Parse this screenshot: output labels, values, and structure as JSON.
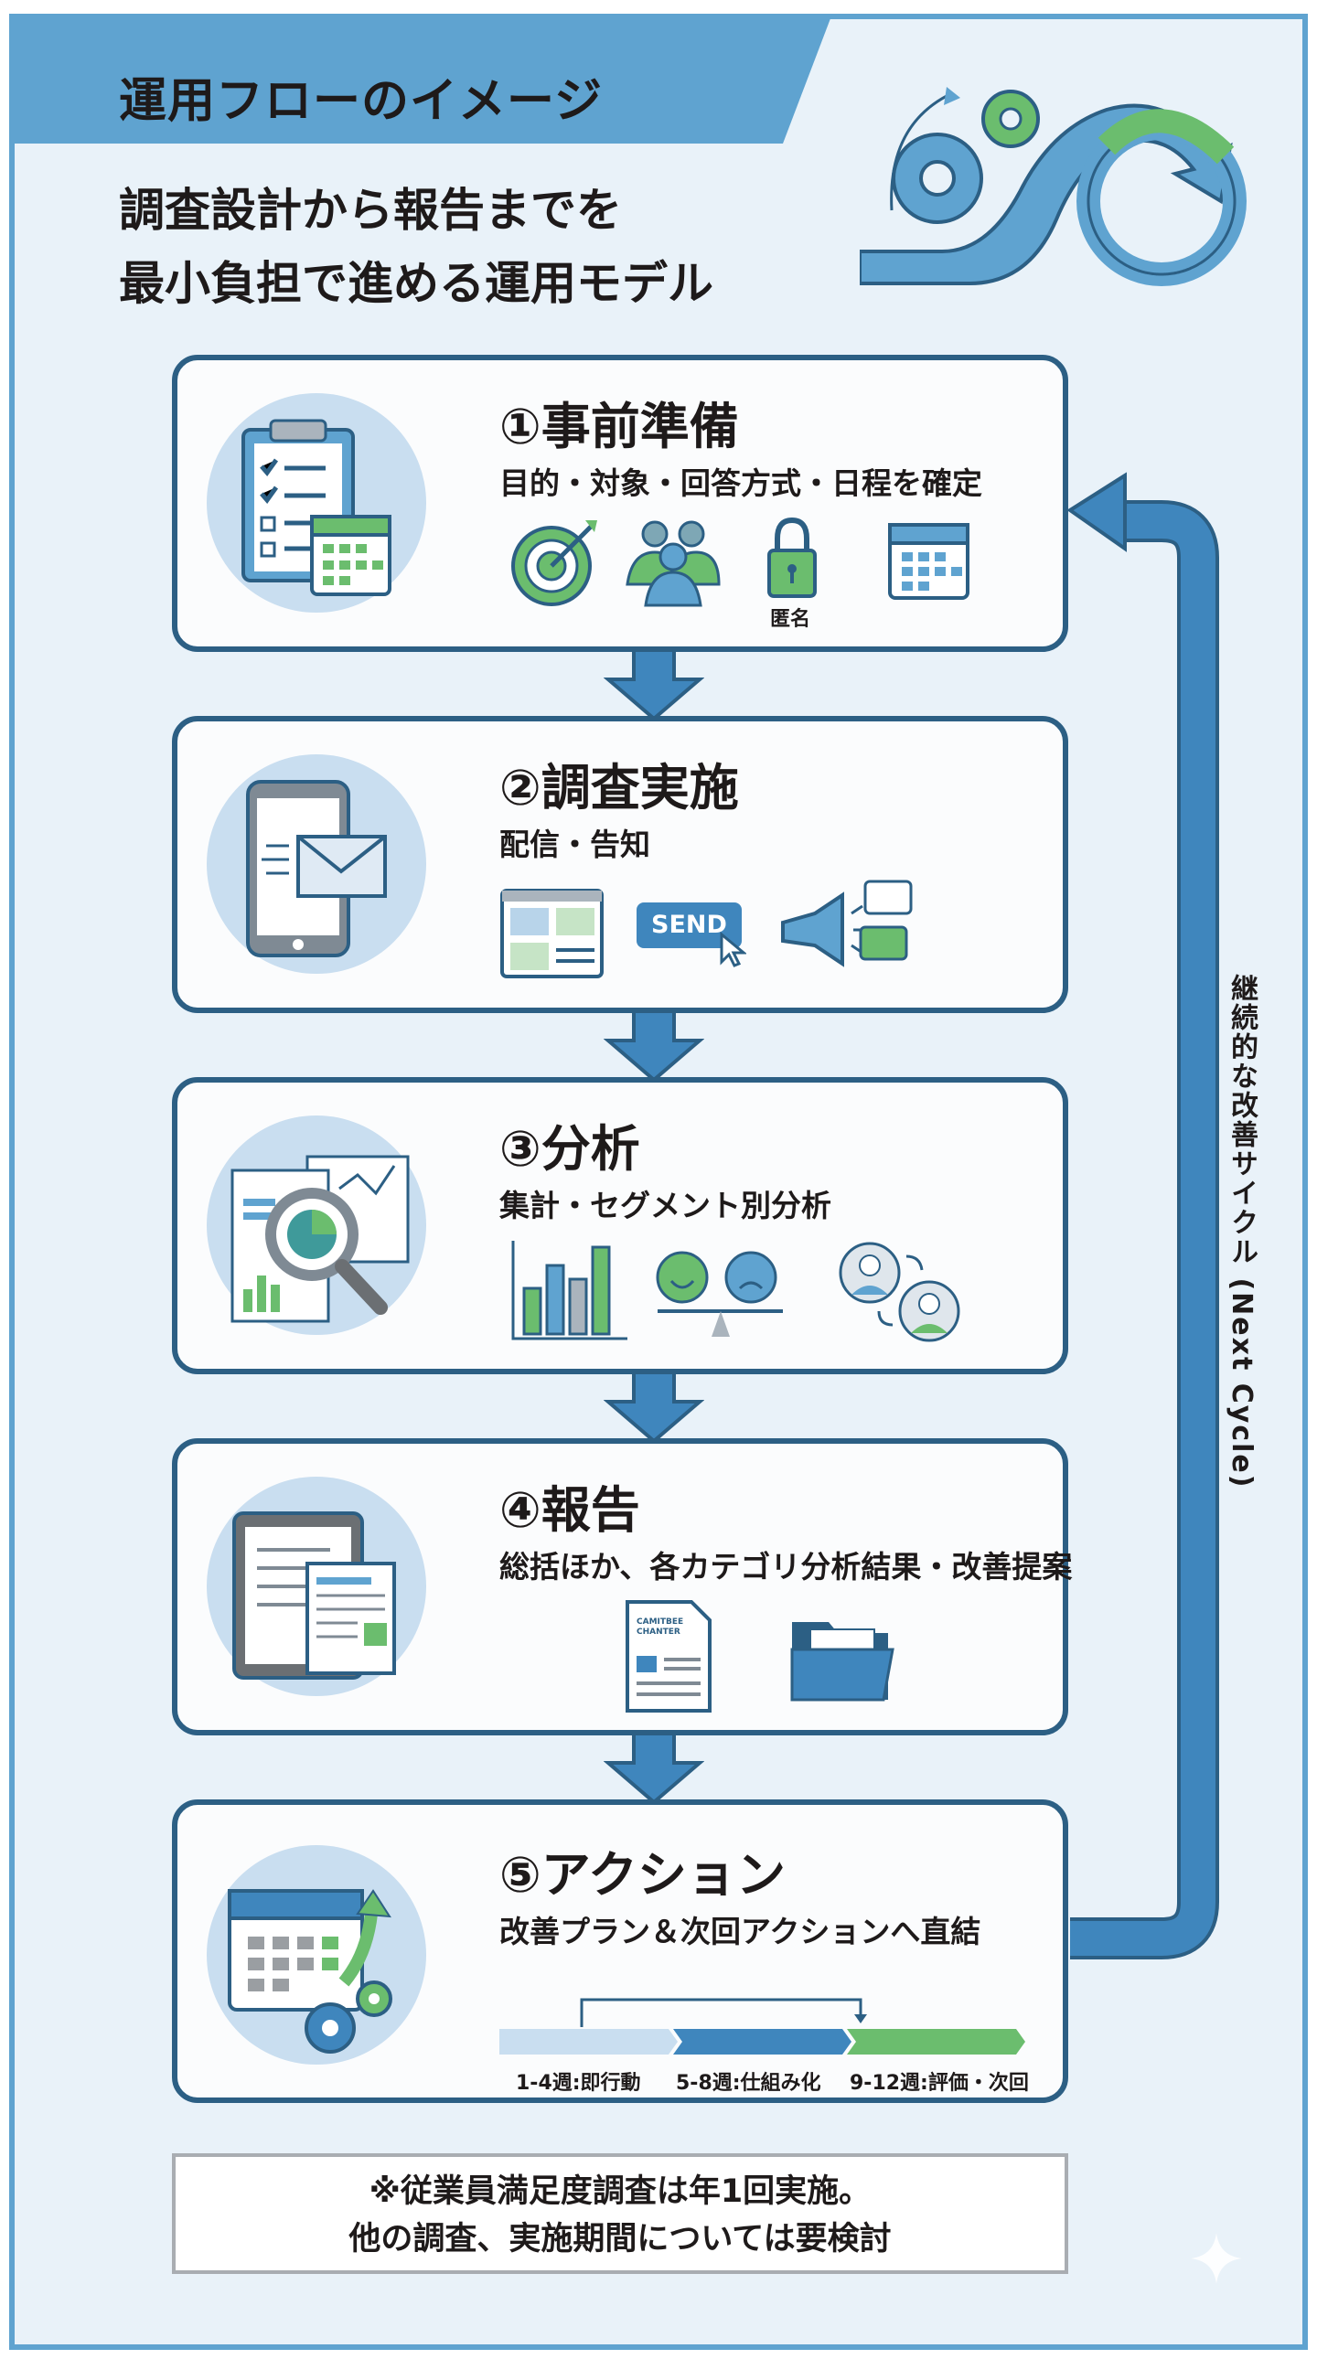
{
  "header": {
    "title": "運用フローのイメージ",
    "subtitle_line1": "調査設計から報告までを",
    "subtitle_line2": "最小負担で進める運用モデル"
  },
  "colors": {
    "frame": "#5fa3d0",
    "card_border": "#2c5f84",
    "arrow": "#3f86bd",
    "green": "#6bbd6e",
    "background": "#e9f2f9"
  },
  "steps": [
    {
      "title": "①事前準備",
      "desc": "目的・対象・回答方式・日程を確定",
      "icons": [
        "clipboard-calendar-icon",
        "target-icon",
        "people-icon",
        "lock-icon",
        "calendar-icon"
      ],
      "lock_label": "匿名"
    },
    {
      "title": "②調査実施",
      "desc": "配信・告知",
      "icons": [
        "phone-mail-icon",
        "web-form-icon",
        "send-button-icon",
        "megaphone-chat-icon"
      ],
      "send_label": "SEND"
    },
    {
      "title": "③分析",
      "desc": "集計・セグメント別分析",
      "icons": [
        "magnifier-report-icon",
        "bar-chart-icon",
        "satisfaction-scale-icon",
        "person-swap-icon"
      ]
    },
    {
      "title": "④報告",
      "desc": "総括ほか、各カテゴリ分析結果・改善提案",
      "icons": [
        "tablet-report-icon",
        "document-icon",
        "folder-icon"
      ],
      "doc_label": "CAMITBEE CHANTER"
    },
    {
      "title": "⑤アクション",
      "desc": "改善プラン＆次回アクションへ直結",
      "icons": [
        "calendar-growth-icon"
      ],
      "timeline": [
        "1-4週:即行動",
        "5-8週:仕組み化",
        "9-12週:評価・次回"
      ]
    }
  ],
  "cycle_label": "継続的な改善サイクル (Next Cycle)",
  "note": {
    "line1": "※従業員満足度調査は年1回実施。",
    "line2": "他の調査、実施期間については要検討"
  }
}
